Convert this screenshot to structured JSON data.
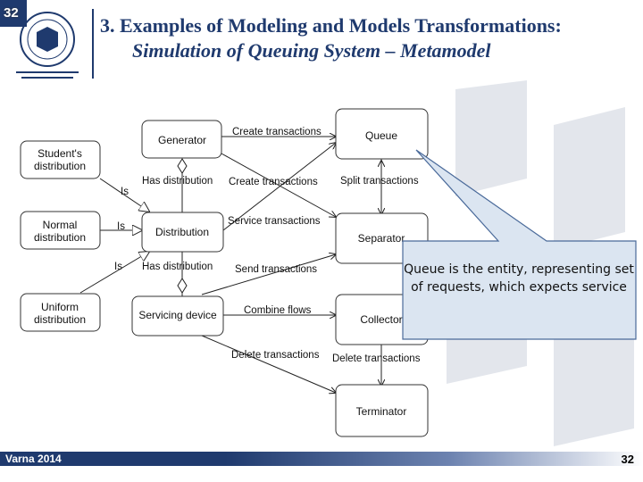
{
  "header": {
    "slide_number": "32",
    "title_line1": "3.   Examples of Modeling and Models Transformations:",
    "title_line2": "Simulation of Queuing System – Metamodel"
  },
  "diagram": {
    "classes": {
      "students": "Student's distribution",
      "normal": "Normal distribution",
      "uniform": "Uniform distribution",
      "generator": "Generator",
      "distribution": "Distribution",
      "servicing": "Servicing device",
      "queue": "Queue",
      "separator": "Separator",
      "collector": "Collector",
      "terminator": "Terminator"
    },
    "labels": {
      "is1": "Is",
      "is2": "Is",
      "is3": "Is",
      "has_dist1": "Has distribution",
      "has_dist2": "Has distribution",
      "create1": "Create transactions",
      "create2": "Create transactions",
      "split": "Split transactions",
      "service": "Service transactions",
      "send": "Send transactions",
      "combine": "Combine flows",
      "delete1": "Delete transactions",
      "delete2": "Delete transactions"
    }
  },
  "callout": {
    "keyword": "Queue",
    "text": " is the entity, representing set of requests, which expects service"
  },
  "footer": {
    "left": "Varna 2014",
    "right": "32"
  }
}
